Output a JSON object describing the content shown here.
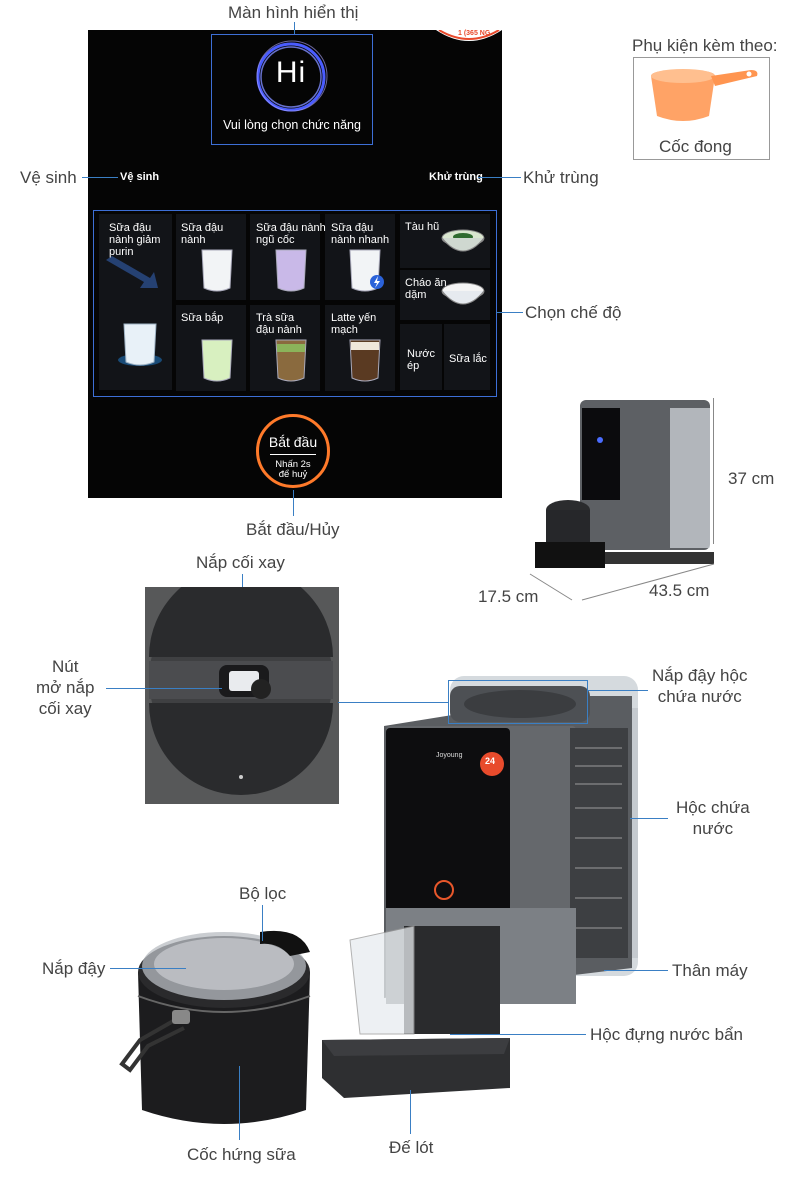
{
  "labels": {
    "display": "Màn hình hiển thị",
    "clean": "Vệ sinh",
    "sterilize": "Khử trùng",
    "mode": "Chọn chế độ",
    "start_cancel": "Bắt đầu/Hủy",
    "accessory_title": "Phụ kiện kèm theo:",
    "accessory_item": "Cốc đong",
    "height": "37 cm",
    "depth": "17.5 cm",
    "width": "43.5 cm",
    "lid": "Nắp cối xay",
    "lid_button": "Nút\nmở nắp\ncối xay",
    "tank_lid": "Nắp đậy hộc\nchứa nước",
    "tank": "Hộc chứa\nnước",
    "body": "Thân máy",
    "waste": "Hộc đựng nước bẩn",
    "base": "Đế lót",
    "filter": "Bộ lọc",
    "cover": "Nắp đậy",
    "milk_cup": "Cốc hứng sữa"
  },
  "screen": {
    "greeting": "Hi",
    "prompt": "Vui lòng chọn chức năng",
    "clean_btn": "Vệ sinh",
    "sterilize_btn": "Khử trùng",
    "badge": "1 (365 NG",
    "modes": [
      "Sữa đậu\nnành giảm\npurin",
      "Sữa đậu\nnành",
      "Sữa đậu nành\nngũ cốc",
      "Sữa đậu\nnành nhanh",
      "Tàu hũ",
      "Cháo ăn\ndặm",
      "Sữa bắp",
      "Trà sữa\nđậu nành",
      "Latte yến\nmạch",
      "Nước\nép",
      "Sữa lắc"
    ],
    "start": "Bắt đầu",
    "start_hint": "Nhấn 2s\nđể huỷ"
  },
  "machine": {
    "brand": "Joyoung",
    "badge": "24"
  },
  "colors": {
    "leader_line": "#3a7fc4",
    "panel_frame": "#3d6fd6",
    "start_ring": "#ff7a2a",
    "measuring_cup": "#ffa366",
    "machine_body": "#5d6064"
  }
}
